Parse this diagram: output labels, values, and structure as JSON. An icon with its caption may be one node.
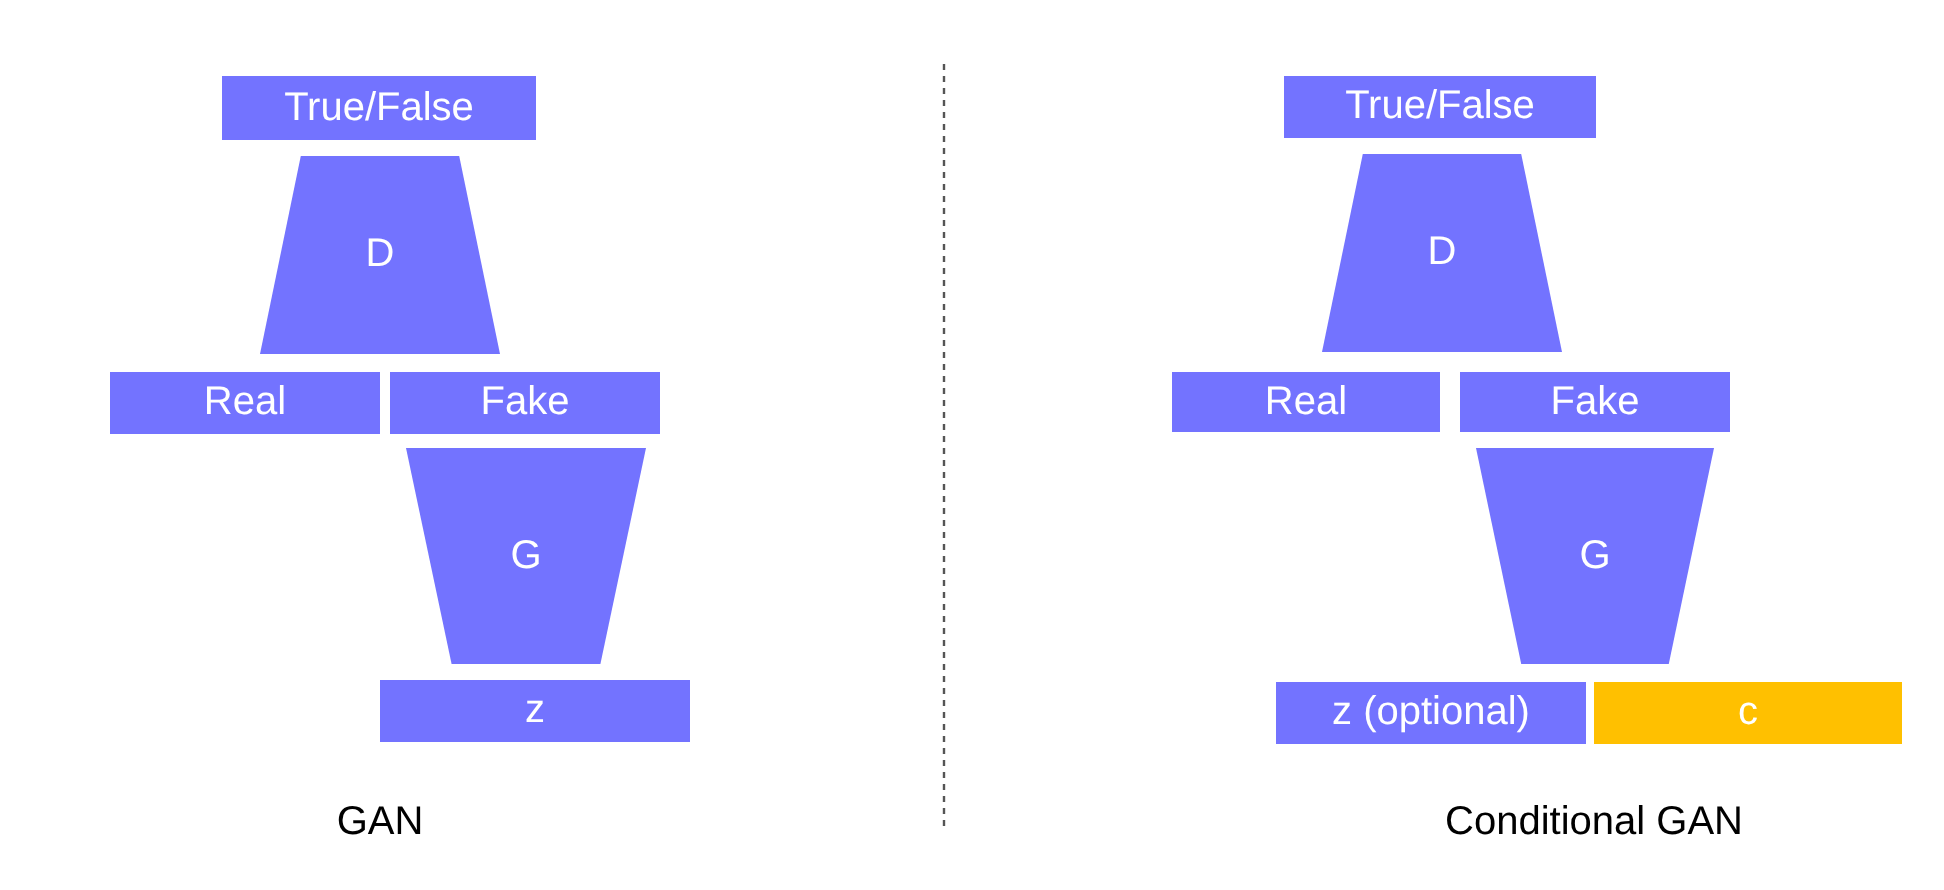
{
  "diagram": {
    "nodes": [
      {
        "text": [
          "True/False"
        ]
      },
      {
        "text": [
          "D"
        ]
      },
      {
        "text": [
          "Real"
        ]
      },
      {
        "text": [
          "Fake"
        ]
      },
      {
        "text": [
          "G"
        ]
      },
      {
        "text": [
          "z"
        ]
      },
      {
        "text": [
          "True/False"
        ]
      },
      {
        "text": [
          "D"
        ]
      },
      {
        "text": [
          "Real"
        ]
      },
      {
        "text": [
          "Fake"
        ]
      },
      {
        "text": [
          "G"
        ]
      },
      {
        "text": [
          "z (optional)"
        ]
      },
      {
        "text": [
          "c"
        ]
      }
    ],
    "labels": [
      "GAN",
      "Conditional GAN"
    ]
  }
}
